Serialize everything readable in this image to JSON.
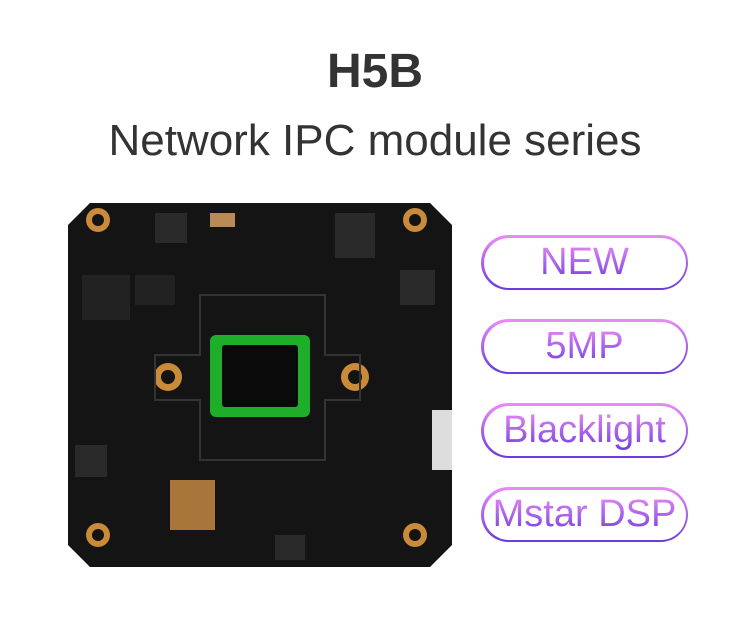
{
  "header": {
    "title": "H5B",
    "subtitle": "Network IPC module series"
  },
  "features": [
    "NEW",
    "5MP",
    "Blacklight",
    "Mstar DSP"
  ],
  "colors": {
    "gradient_top": "#ec8cf6",
    "gradient_bottom": "#6a3ae0",
    "text": "#333333",
    "board": "#111111",
    "sensor": "#1fae2a"
  }
}
